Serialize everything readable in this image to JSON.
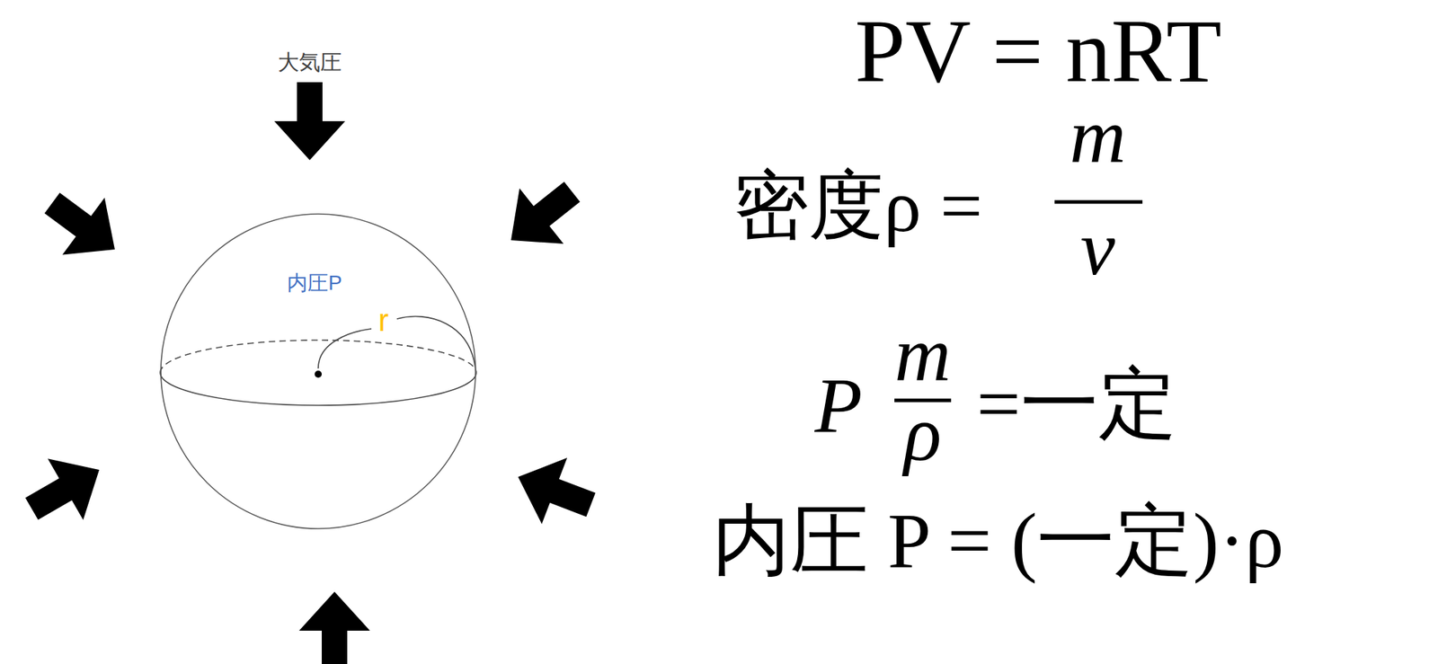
{
  "diagram": {
    "nodes": [
      {
        "text": [
          "内圧P"
        ]
      }
    ],
    "labels": [
      "大気圧",
      "r",
      "PV = nRT",
      "密度ρ =",
      "m",
      "v",
      "P",
      "m",
      "ρ",
      "=一定",
      "内圧 P = (一定)·ρ"
    ]
  }
}
